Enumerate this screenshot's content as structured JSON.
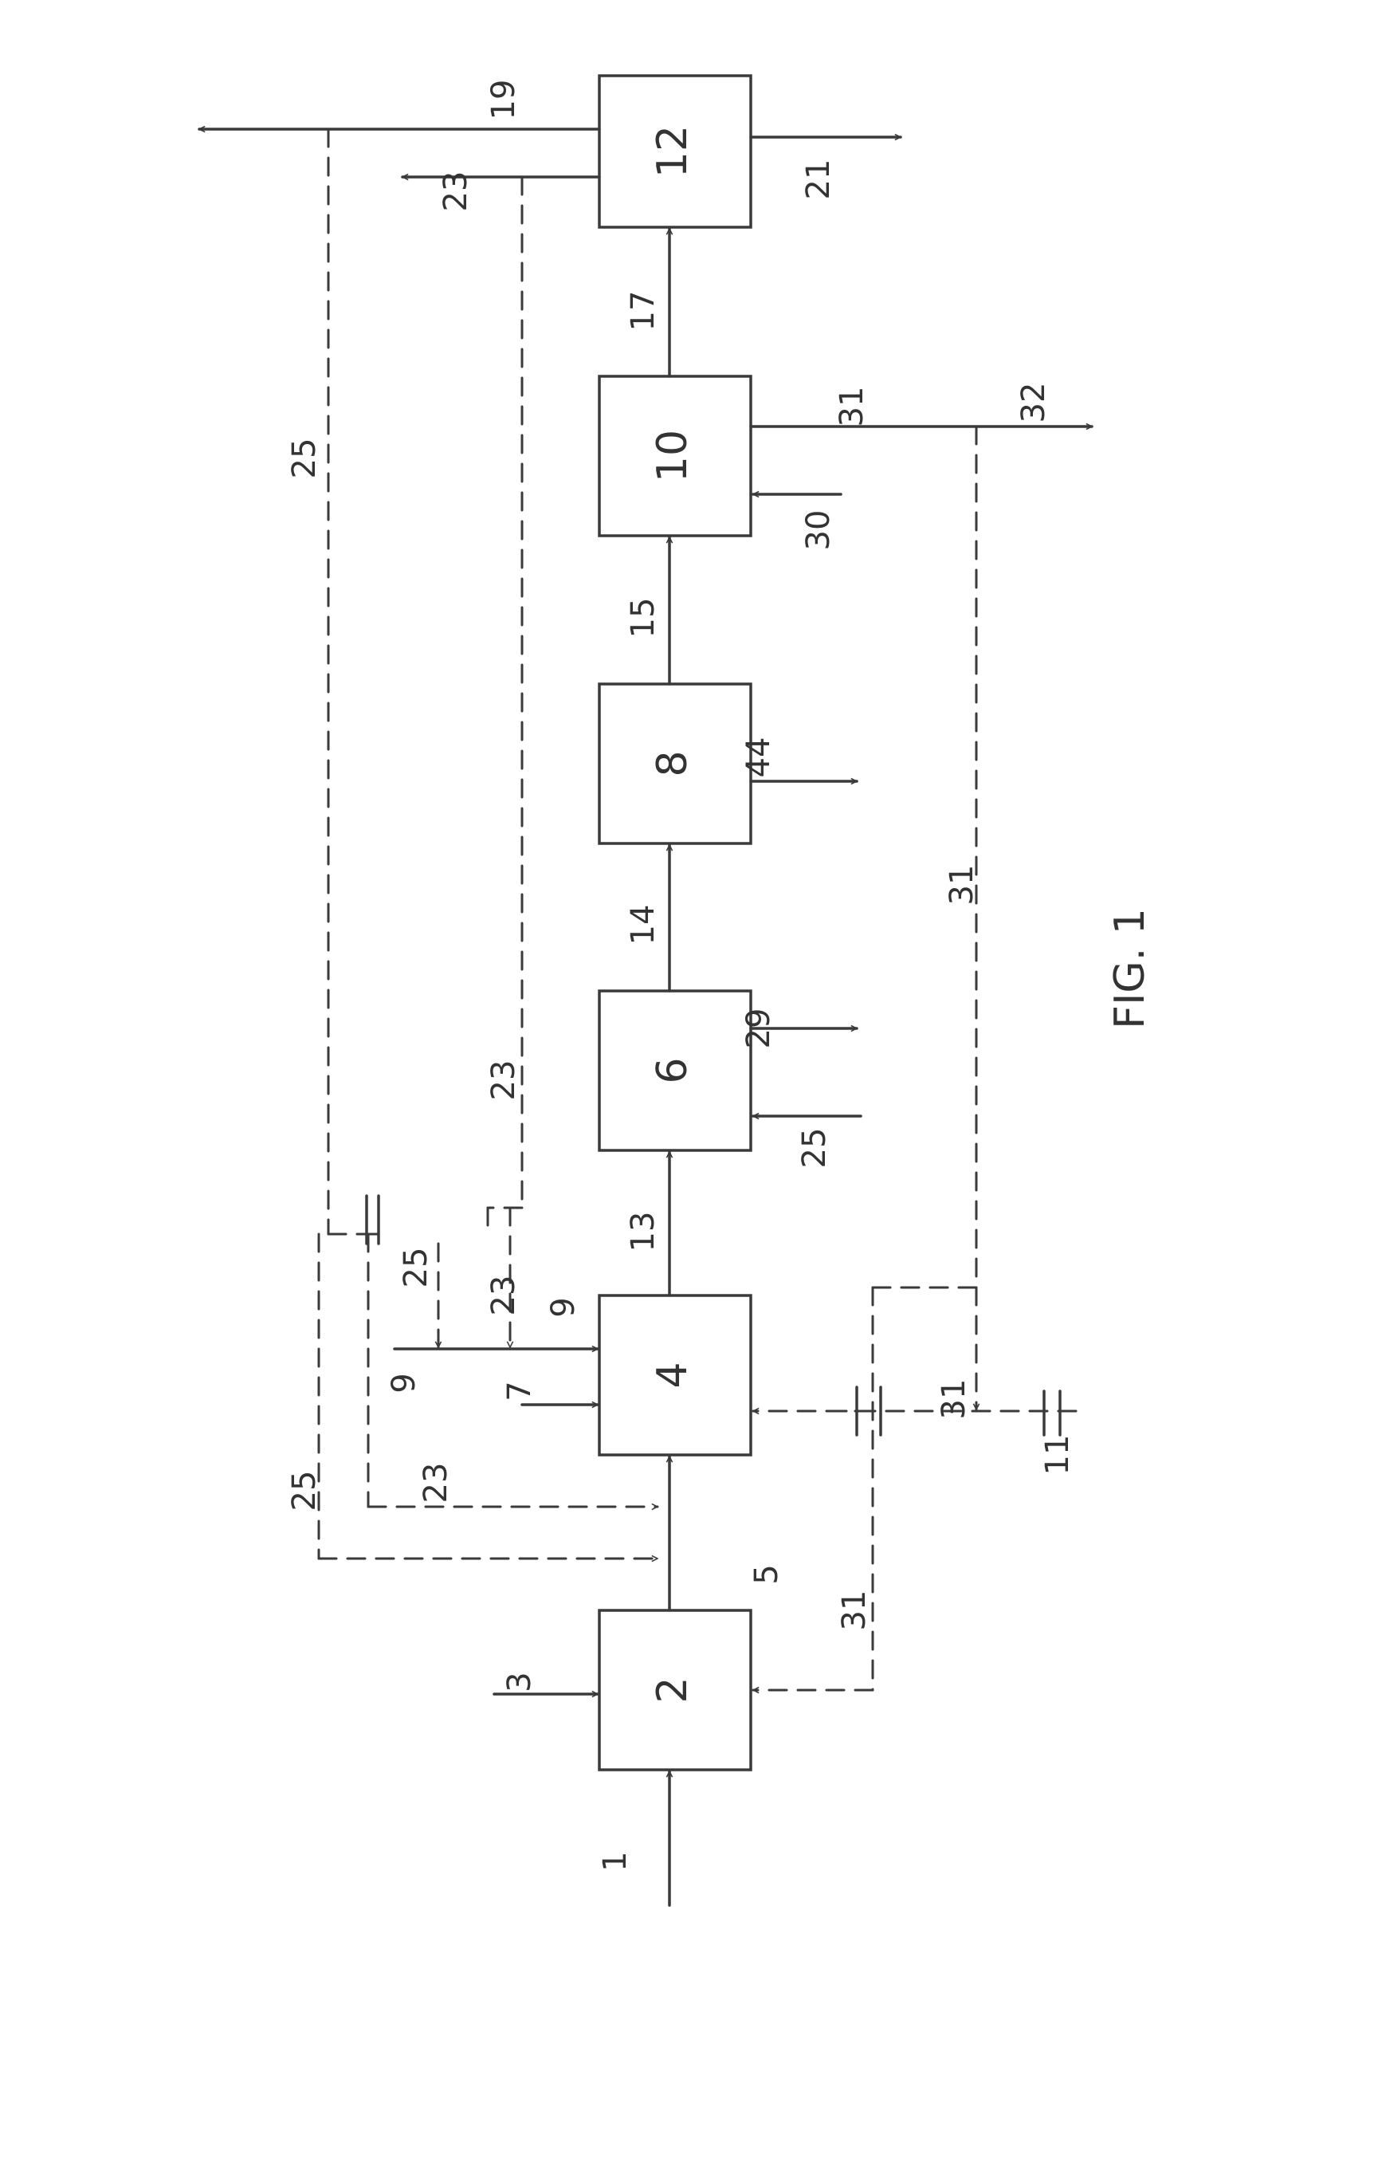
{
  "units": [
    {
      "id": "u2",
      "label": "2"
    },
    {
      "id": "u4",
      "label": "4"
    },
    {
      "id": "u6",
      "label": "6"
    },
    {
      "id": "u8",
      "label": "8"
    },
    {
      "id": "u10",
      "label": "10"
    },
    {
      "id": "u12",
      "label": "12"
    }
  ],
  "streams": {
    "s1": "1",
    "s3": "3",
    "s5": "5",
    "s7": "7",
    "s9a": "9",
    "s9b": "9",
    "s11": "11",
    "s13": "13",
    "s14": "14",
    "s15": "15",
    "s17": "17",
    "s19": "19",
    "s21": "21",
    "s23a": "23",
    "s23b": "23",
    "s23c": "23",
    "s23d": "23",
    "s25a": "25",
    "s25b": "25",
    "s25c": "25",
    "s25d": "25",
    "s29": "29",
    "s30": "30",
    "s31a": "31",
    "s31b": "31",
    "s31c": "31",
    "s31d": "31",
    "s32": "32",
    "s44": "44"
  },
  "figure_label": "FIG. 1"
}
